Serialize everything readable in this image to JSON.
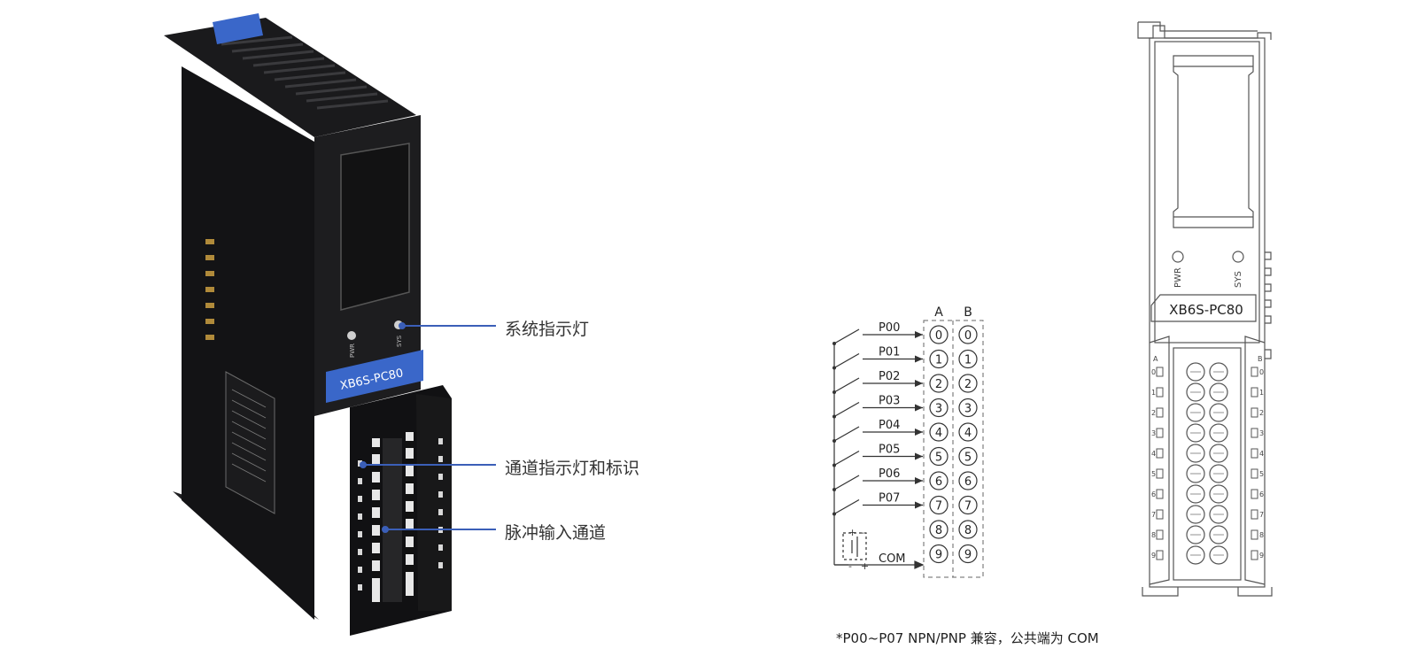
{
  "product": {
    "model": "XB6S-PC80",
    "led_labels": [
      "PWR",
      "SYS"
    ]
  },
  "callouts": [
    {
      "label": "系统指示灯"
    },
    {
      "label": "通道指示灯和标识"
    },
    {
      "label": "脉冲输入通道"
    }
  ],
  "wiring": {
    "columns": [
      "A",
      "B"
    ],
    "inputs": [
      "P00",
      "P01",
      "P02",
      "P03",
      "P04",
      "P05",
      "P06",
      "P07"
    ],
    "common": "COM",
    "terminals": [
      "0",
      "1",
      "2",
      "3",
      "4",
      "5",
      "6",
      "7",
      "8",
      "9"
    ],
    "supply_symbols": {
      "plus": "+",
      "minus": "-"
    },
    "footnote": "*P00~P07 NPN/PNP 兼容，公共端为 COM"
  },
  "front_view": {
    "model": "XB6S-PC80",
    "led_labels": [
      "PWR",
      "SYS"
    ],
    "row_labels": [
      "0",
      "1",
      "2",
      "3",
      "4",
      "5",
      "6",
      "7",
      "8",
      "9"
    ],
    "col_labels": [
      "A",
      "B"
    ]
  },
  "colors": {
    "module_body": "#1d1d1f",
    "module_dark": "#0f0f10",
    "accent_blue": "#3a67c9",
    "callout_line": "#3b5fb8",
    "line_art": "#555555"
  }
}
